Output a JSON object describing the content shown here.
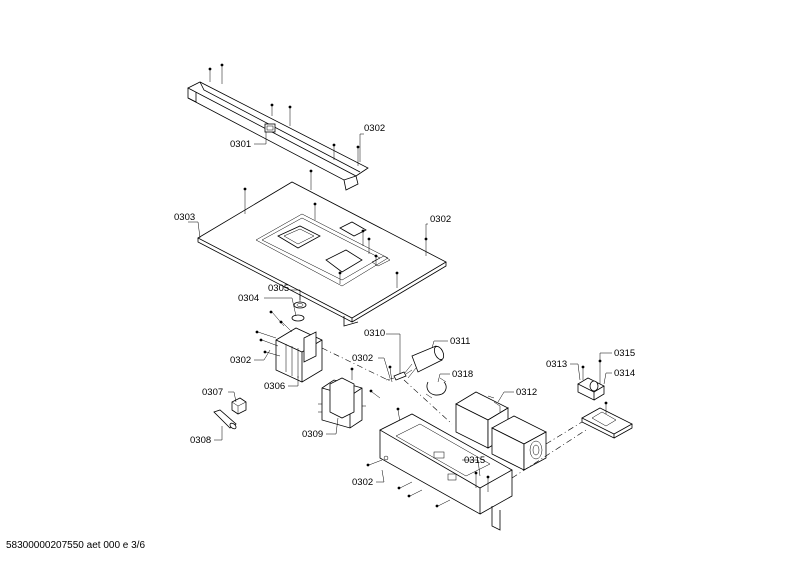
{
  "callouts": {
    "c0301": "0301",
    "c0302_a": "0302",
    "c0303": "0303",
    "c0302_b": "0302",
    "c0305": "0305",
    "c0304": "0304",
    "c0302_c": "0302",
    "c0306": "0306",
    "c0310": "0310",
    "c0311": "0311",
    "c0302_d": "0302",
    "c0318": "0318",
    "c0307": "0307",
    "c0308": "0308",
    "c0309": "0309",
    "c0312": "0312",
    "c0313": "0313",
    "c0315_a": "0315",
    "c0314": "0314",
    "c0315_b": "0315",
    "c0302_e": "0302"
  },
  "footer": {
    "text": "58300000207550 aet 000 e 3/6"
  }
}
